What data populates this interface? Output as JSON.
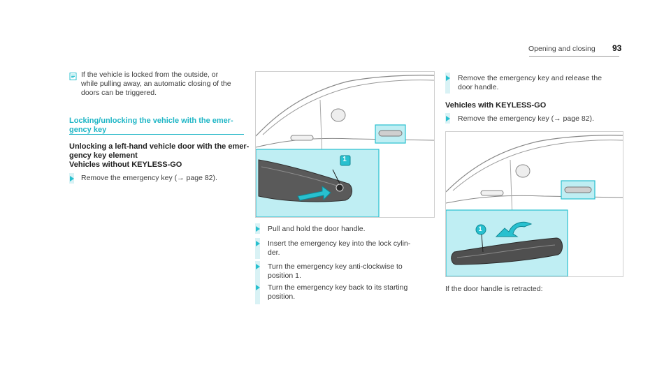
{
  "header": {
    "section_title": "Opening and closing",
    "page_number": "93"
  },
  "left": {
    "note_icon": "info-note-icon",
    "note_lines": [
      "If the vehicle is locked from the outside, or",
      "while pulling away, an automatic closing of the",
      "doors can be triggered."
    ],
    "section_heading_lines": [
      "Locking/unlocking the vehicle with the emer-",
      "gency key"
    ],
    "subheading_lines": [
      "Unlocking a left-hand vehicle door with the emer-",
      "gency key element",
      "Vehicles without KEYLESS-GO"
    ],
    "step1": "Remove the emergency key (→ page 82)."
  },
  "middle": {
    "figure_callout": "1",
    "steps": [
      [
        "Pull and hold the door handle."
      ],
      [
        "Insert the emergency key into the lock cylin-",
        "der."
      ],
      [
        "Turn the emergency key anti-clockwise to",
        "position 1."
      ],
      [
        "Turn the emergency key back to its starting",
        "position."
      ]
    ]
  },
  "right": {
    "step_top": [
      "Remove the emergency key and release the",
      "door handle."
    ],
    "subheading": "Vehicles with KEYLESS-GO",
    "step_keyless": "Remove the emergency key (→ page 82).",
    "figure_callout": "1",
    "footnote": "If the door handle is retracted:"
  },
  "colors": {
    "accent": "#1fb6c6",
    "bullet": "#28c0cf",
    "inset_bg": "#bfeef3",
    "bar": "#d9f2f5"
  }
}
